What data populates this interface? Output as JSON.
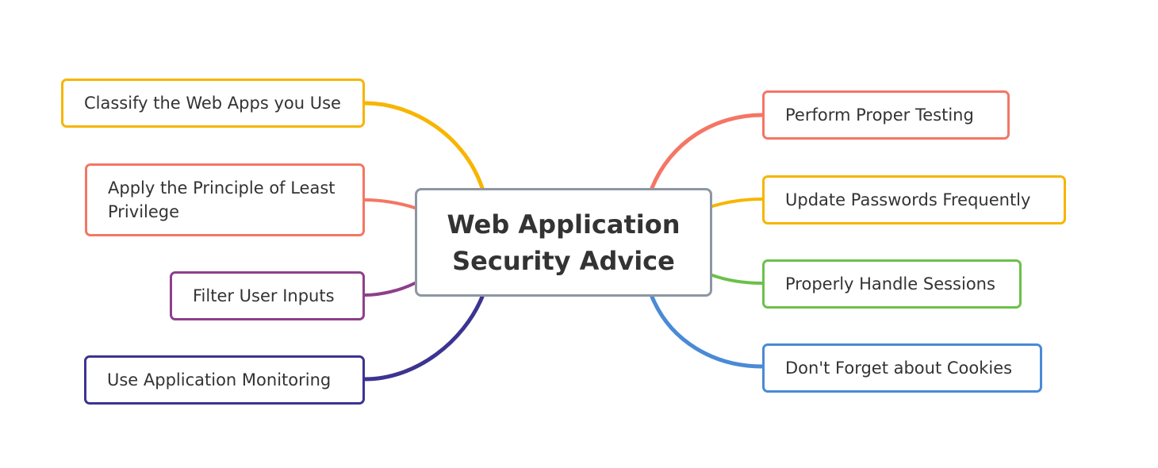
{
  "diagram": {
    "central_topic": {
      "line1": "Web Application",
      "line2": "Security Advice",
      "border_color": "#8d96a3"
    },
    "branches": [
      {
        "id": "classify",
        "side": "left",
        "label": "Classify the Web Apps you Use",
        "color": "#f7b500"
      },
      {
        "id": "least-privilege",
        "side": "left",
        "label": "Apply the Principle of Least Privilege",
        "color": "#f47664"
      },
      {
        "id": "filter-inputs",
        "side": "left",
        "label": "Filter User Inputs",
        "color": "#8e3f8a"
      },
      {
        "id": "monitoring",
        "side": "left",
        "label": "Use Application Monitoring",
        "color": "#3c3490"
      },
      {
        "id": "testing",
        "side": "right",
        "label": "Perform Proper Testing",
        "color": "#f47664"
      },
      {
        "id": "passwords",
        "side": "right",
        "label": "Update Passwords Frequently",
        "color": "#f7b500"
      },
      {
        "id": "sessions",
        "side": "right",
        "label": "Properly Handle Sessions",
        "color": "#6cc04a"
      },
      {
        "id": "cookies",
        "side": "right",
        "label": "Don't Forget about Cookies",
        "color": "#4a8ad6"
      }
    ]
  }
}
